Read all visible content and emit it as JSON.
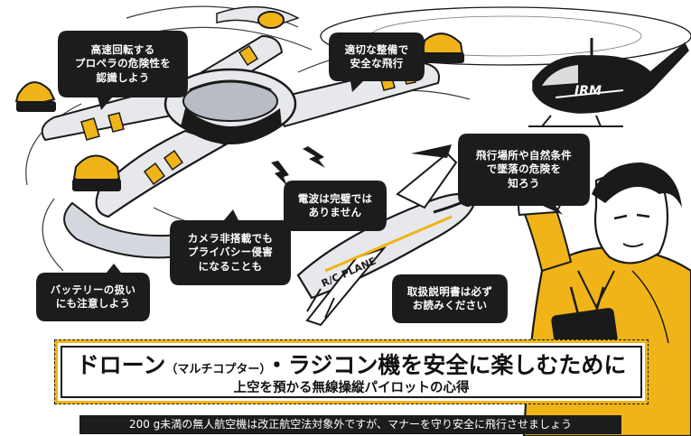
{
  "colors": {
    "accent_yellow": "#f0b418",
    "ink": "#1a1a1a",
    "bubble": "#1c1c1c",
    "metal_light": "#e6e8ec",
    "metal_shade": "#b8bcc4"
  },
  "bubbles": {
    "propeller": [
      "高速回転する",
      "プロペラの危険性を",
      "認識しよう"
    ],
    "maintenance": [
      "適切な整備で",
      "安全な飛行"
    ],
    "location": [
      "飛行場所や自然条件",
      "で墜落の危険を",
      "知ろう"
    ],
    "radio": [
      "電波は完璧では",
      "ありません"
    ],
    "camera": [
      "カメラ非搭載でも",
      "プライバシー侵害",
      "になることも"
    ],
    "battery": [
      "バッテリーの扱い",
      "にも注意しよう"
    ],
    "manual": [
      "取扱説明書は必ず",
      "お読みください"
    ]
  },
  "plane_marking": "R/C PLANE",
  "helicopter_marking": "IRM",
  "headline": {
    "main": "ドローン",
    "paren": "（マルチコプター）",
    "rest": "・ラジコン機を安全に楽しむために"
  },
  "subheadline": "上空を預かる無線操縦パイロットの心得",
  "footer": "200 g未満の無人航空機は改正航空法対象外ですが、マナーを守り安全に飛行させましょう"
}
